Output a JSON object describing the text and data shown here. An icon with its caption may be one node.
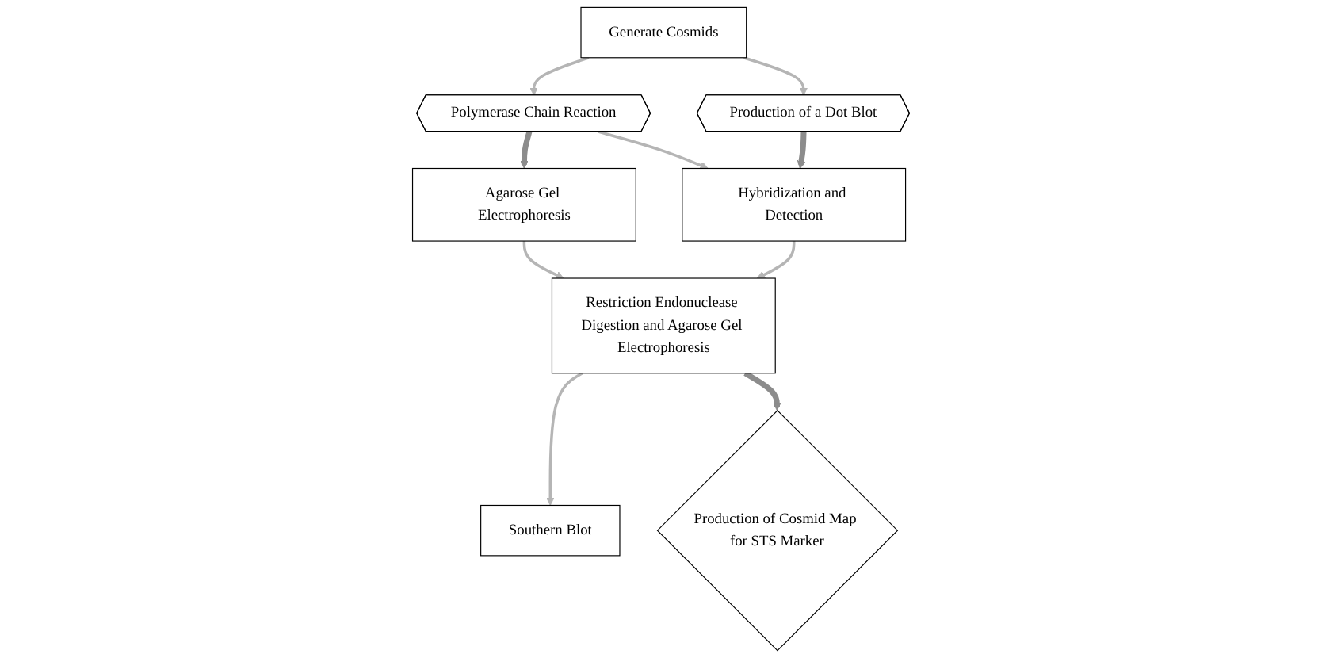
{
  "diagram": {
    "nodes": [
      {
        "text": [
          "Generate Cosmids"
        ]
      },
      {
        "text": [
          "Polymerase Chain Reaction"
        ]
      },
      {
        "text": [
          "Production of a Dot Blot"
        ]
      },
      {
        "text": [
          "Agarose Gel Electrophoresis"
        ]
      },
      {
        "text": [
          "Hybridization and Detection"
        ]
      },
      {
        "text": [
          "Restriction Endonuclease Digestion and Agarose Gel Electrophoresis"
        ]
      },
      {
        "text": [
          "Southern Blot"
        ]
      },
      {
        "text": [
          "Production of Cosmid Map for STS Marker"
        ]
      }
    ],
    "edges": [
      {
        "from": 0,
        "to": 1,
        "arrow": "to"
      },
      {
        "from": 0,
        "to": 2,
        "arrow": "to"
      },
      {
        "from": 1,
        "to": 3,
        "arrow": "to",
        "style": "thick"
      },
      {
        "from": 1,
        "to": 4,
        "arrow": "to"
      },
      {
        "from": 2,
        "to": 4,
        "arrow": "to",
        "style": "thick"
      },
      {
        "from": 3,
        "to": 5,
        "arrow": "to"
      },
      {
        "from": 4,
        "to": 5,
        "arrow": "to"
      },
      {
        "from": 5,
        "to": 6,
        "arrow": "to"
      },
      {
        "from": 5,
        "to": 7,
        "arrow": "to",
        "style": "thick"
      }
    ]
  }
}
